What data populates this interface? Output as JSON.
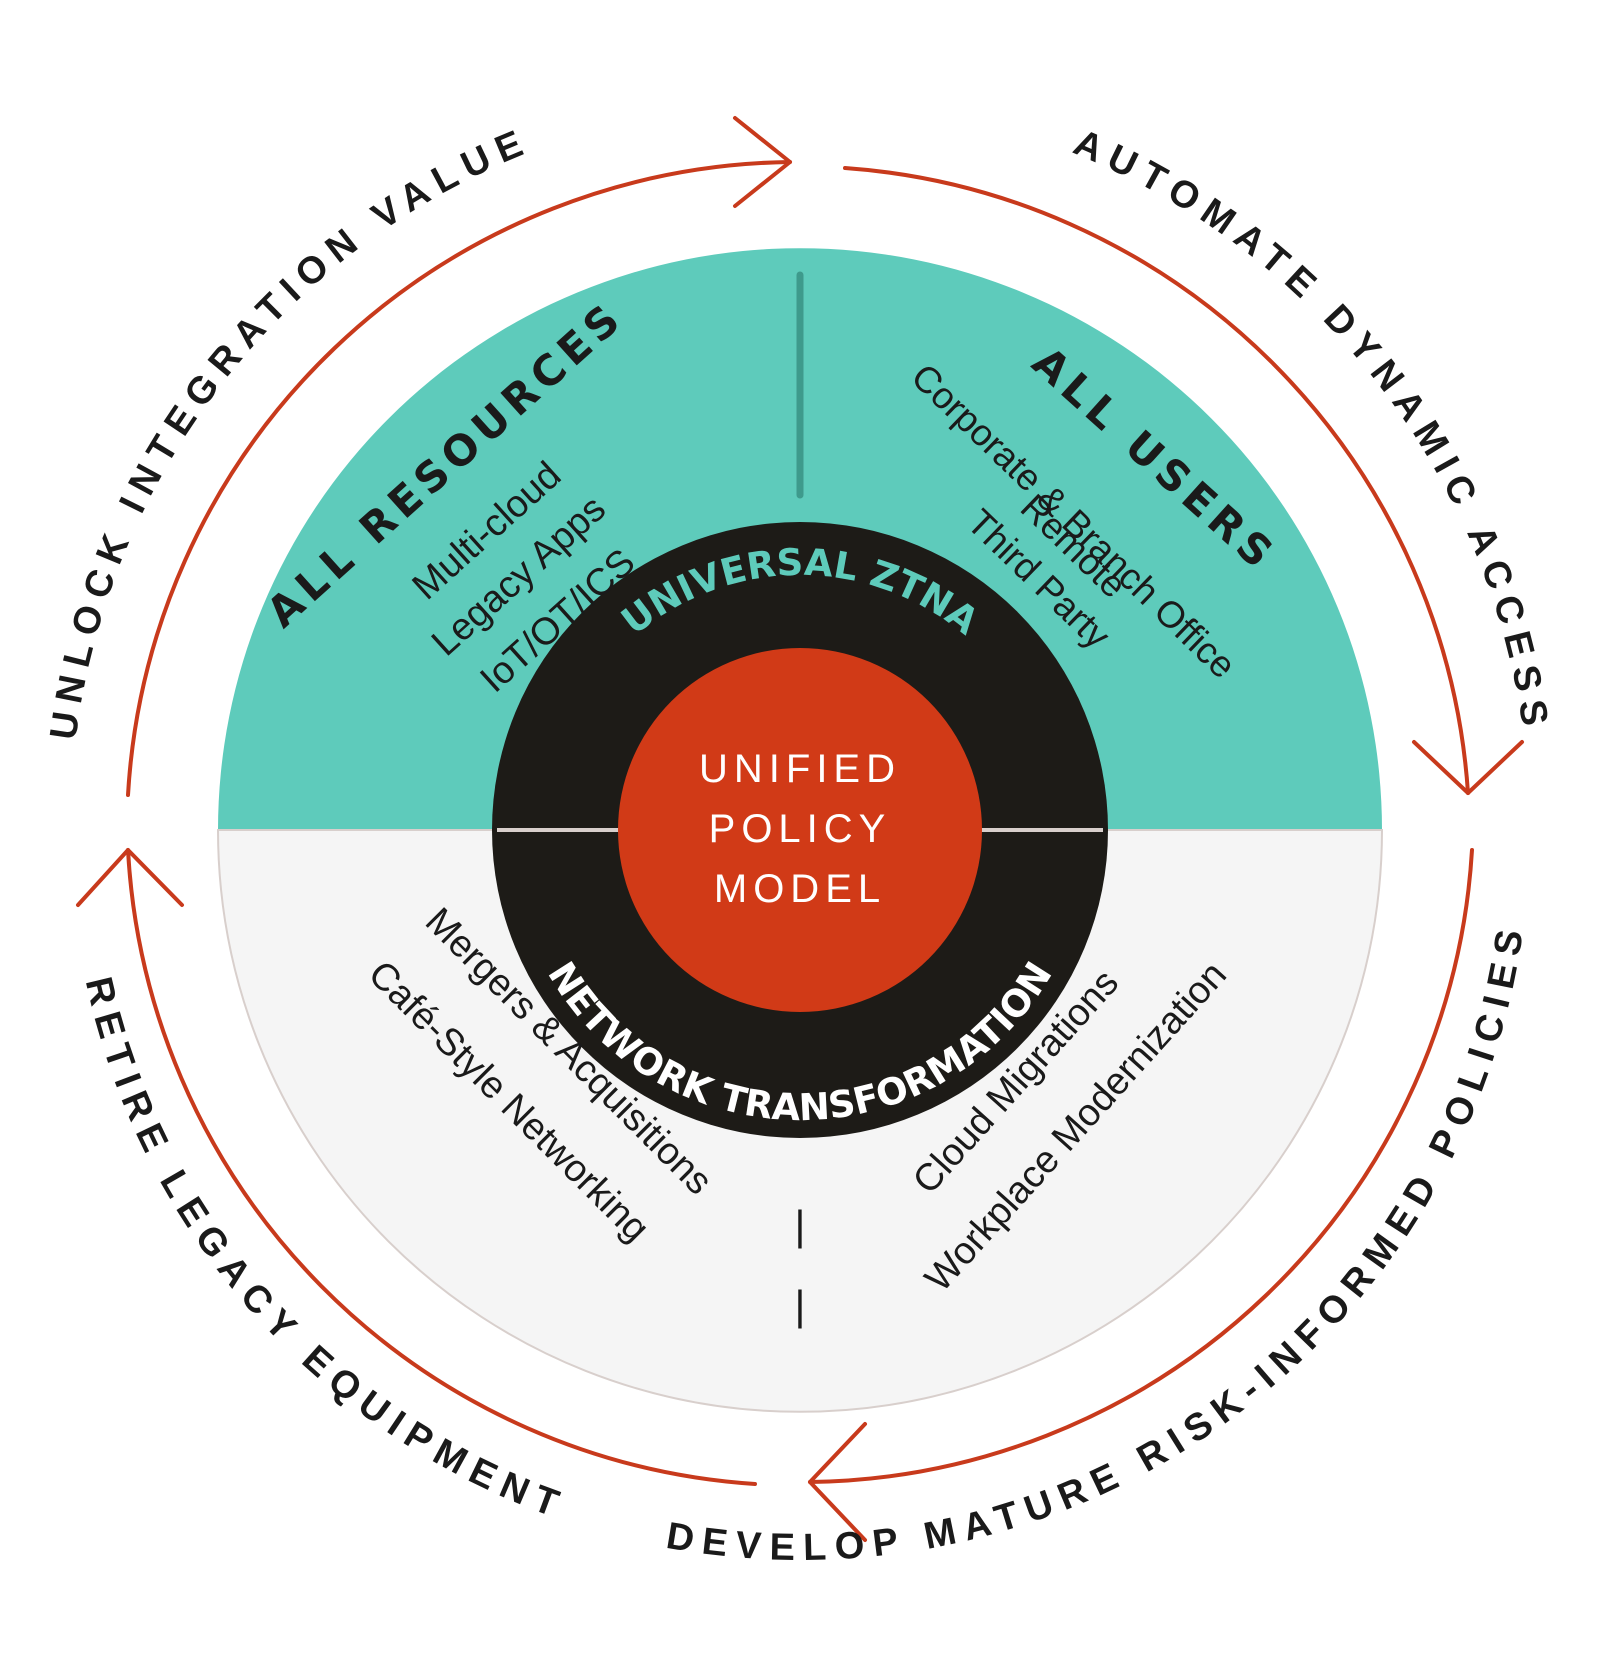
{
  "colors": {
    "teal": "#5ECBBB",
    "teal_divider": "#3E9A8C",
    "light_panel": "#F5F5F5",
    "light_border": "#D8CFCC",
    "dark_ring": "#1D1B17",
    "red_core": "#D13A17",
    "arrow_red": "#C83A1C",
    "text_dark": "#1A1A1A",
    "white": "#FFFFFF"
  },
  "outer_cycle": {
    "top_left": "UNLOCK INTEGRATION VALUE",
    "top_right": "AUTOMATE DYNAMIC ACCESS",
    "bottom_right": "DEVELOP MATURE RISK-INFORMED POLICIES",
    "bottom_left": "RETIRE LEGACY EQUIPMENT"
  },
  "all_resources": {
    "title": "ALL RESOURCES",
    "items": [
      "Multi-cloud",
      "Legacy Apps",
      "IoT/OT/ICS"
    ]
  },
  "all_users": {
    "title": "ALL USERS",
    "items": [
      "Corporate & Branch Office",
      "Remote",
      "Third Party"
    ]
  },
  "ring": {
    "top_label": "UNIVERSAL ZTNA",
    "bottom_label": "NETWORK TRANSFORMATION"
  },
  "core": {
    "lines": [
      "UNIFIED",
      "POLICY",
      "MODEL"
    ]
  },
  "bottom_left_items": [
    "Mergers & Acquisitions",
    "Café-Style Networking"
  ],
  "bottom_right_items": [
    "Cloud Migrations",
    "Workplace Modernization"
  ],
  "separator_glyphs": [
    "|",
    "|"
  ]
}
